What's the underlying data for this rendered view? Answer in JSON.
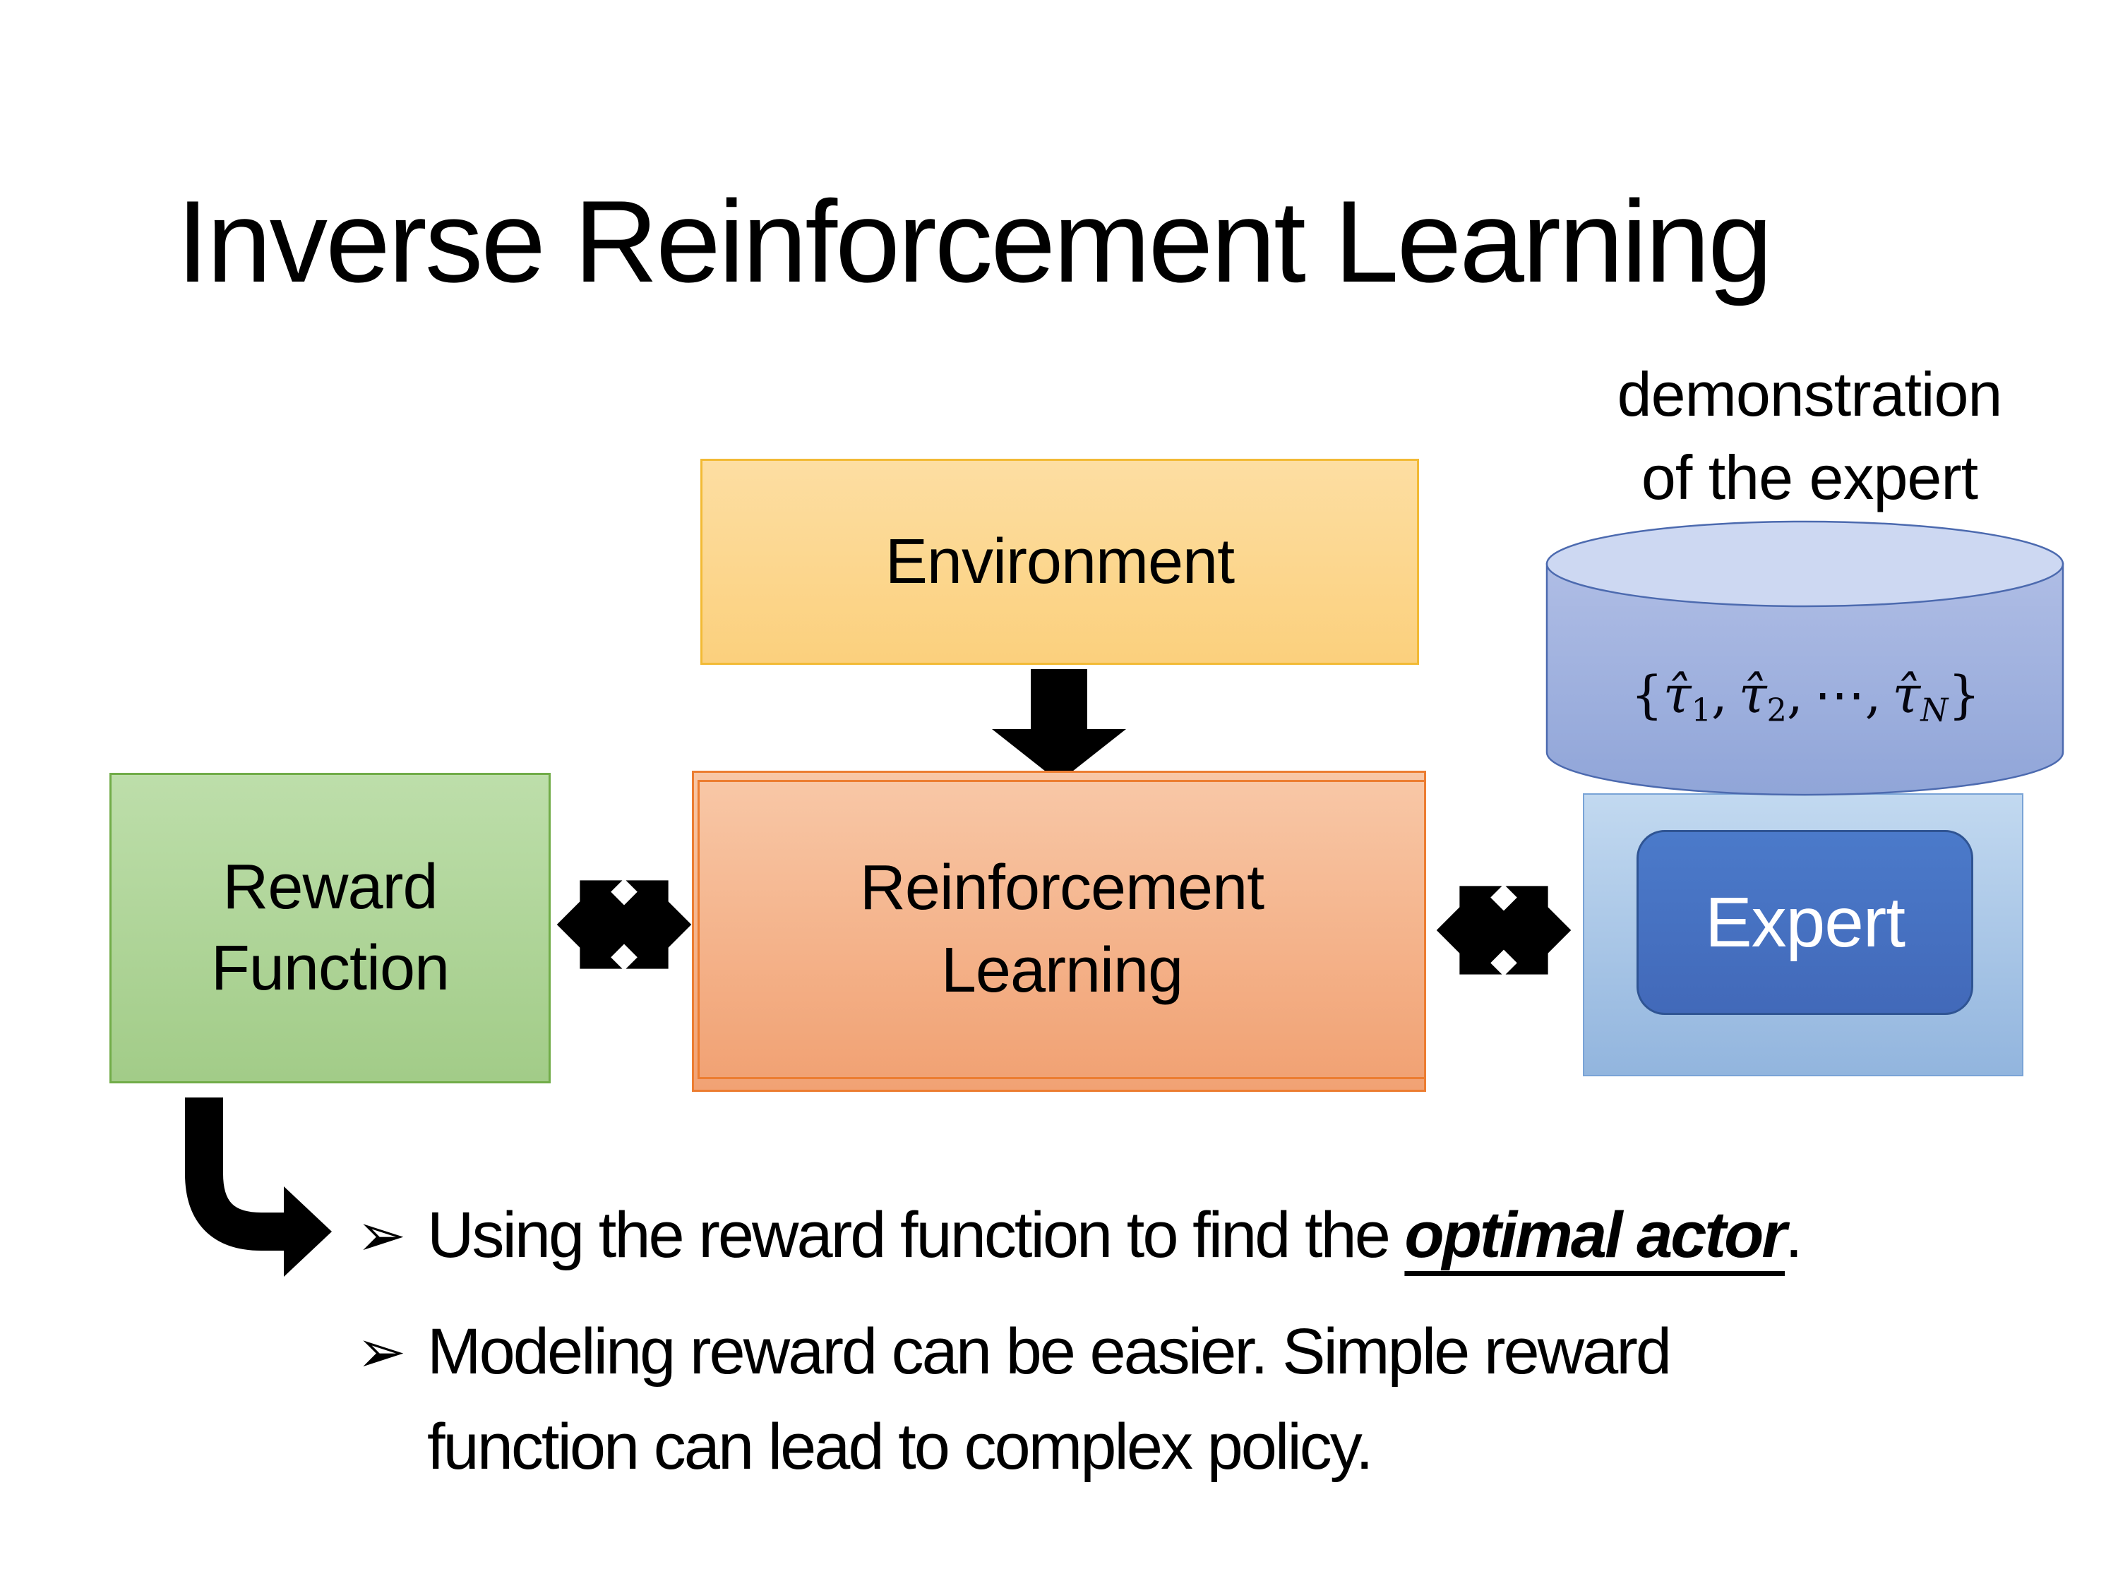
{
  "slide": {
    "title": "Inverse Reinforcement Learning",
    "demo_label": {
      "line1": "demonstration",
      "line2": "of the expert"
    },
    "boxes": {
      "environment": "Environment",
      "reward_function": {
        "line1": "Reward",
        "line2": "Function"
      },
      "reinforcement_learning": {
        "line1": "Reinforcement",
        "line2": "Learning"
      },
      "expert": "Expert"
    },
    "formula": {
      "open": "{",
      "tau_hat": "τ̂",
      "sub_1": "1",
      "sub_2": "2",
      "sub_n": "N",
      "comma": ",",
      "cdots": "⋯",
      "close": "}"
    },
    "bullets": {
      "marker": "➢",
      "item1": {
        "before": "Using the reward function to find the ",
        "emphasis": "optimal actor",
        "after": "."
      },
      "item2": {
        "line1": "Modeling reward can be easier. Simple reward",
        "line2": "function can lead to complex policy."
      }
    },
    "colors": {
      "environment_fill": "#FBD07D",
      "environment_border": "#F2BA35",
      "reward_fill": "#A2CC88",
      "reward_border": "#71AC48",
      "reinforcement_fill": "#F1A274",
      "reinforcement_border": "#EC7D31",
      "expert_panel_fill": "#A9C6E8",
      "expert_panel_border": "#79A3D6",
      "expert_button_fill": "#4472C4",
      "expert_button_border": "#2F5493",
      "cylinder_fill": "#9FB3E0",
      "cylinder_top_fill": "#CDD8F2",
      "cylinder_border": "#4C6AAF",
      "arrow_color": "#000000"
    }
  }
}
